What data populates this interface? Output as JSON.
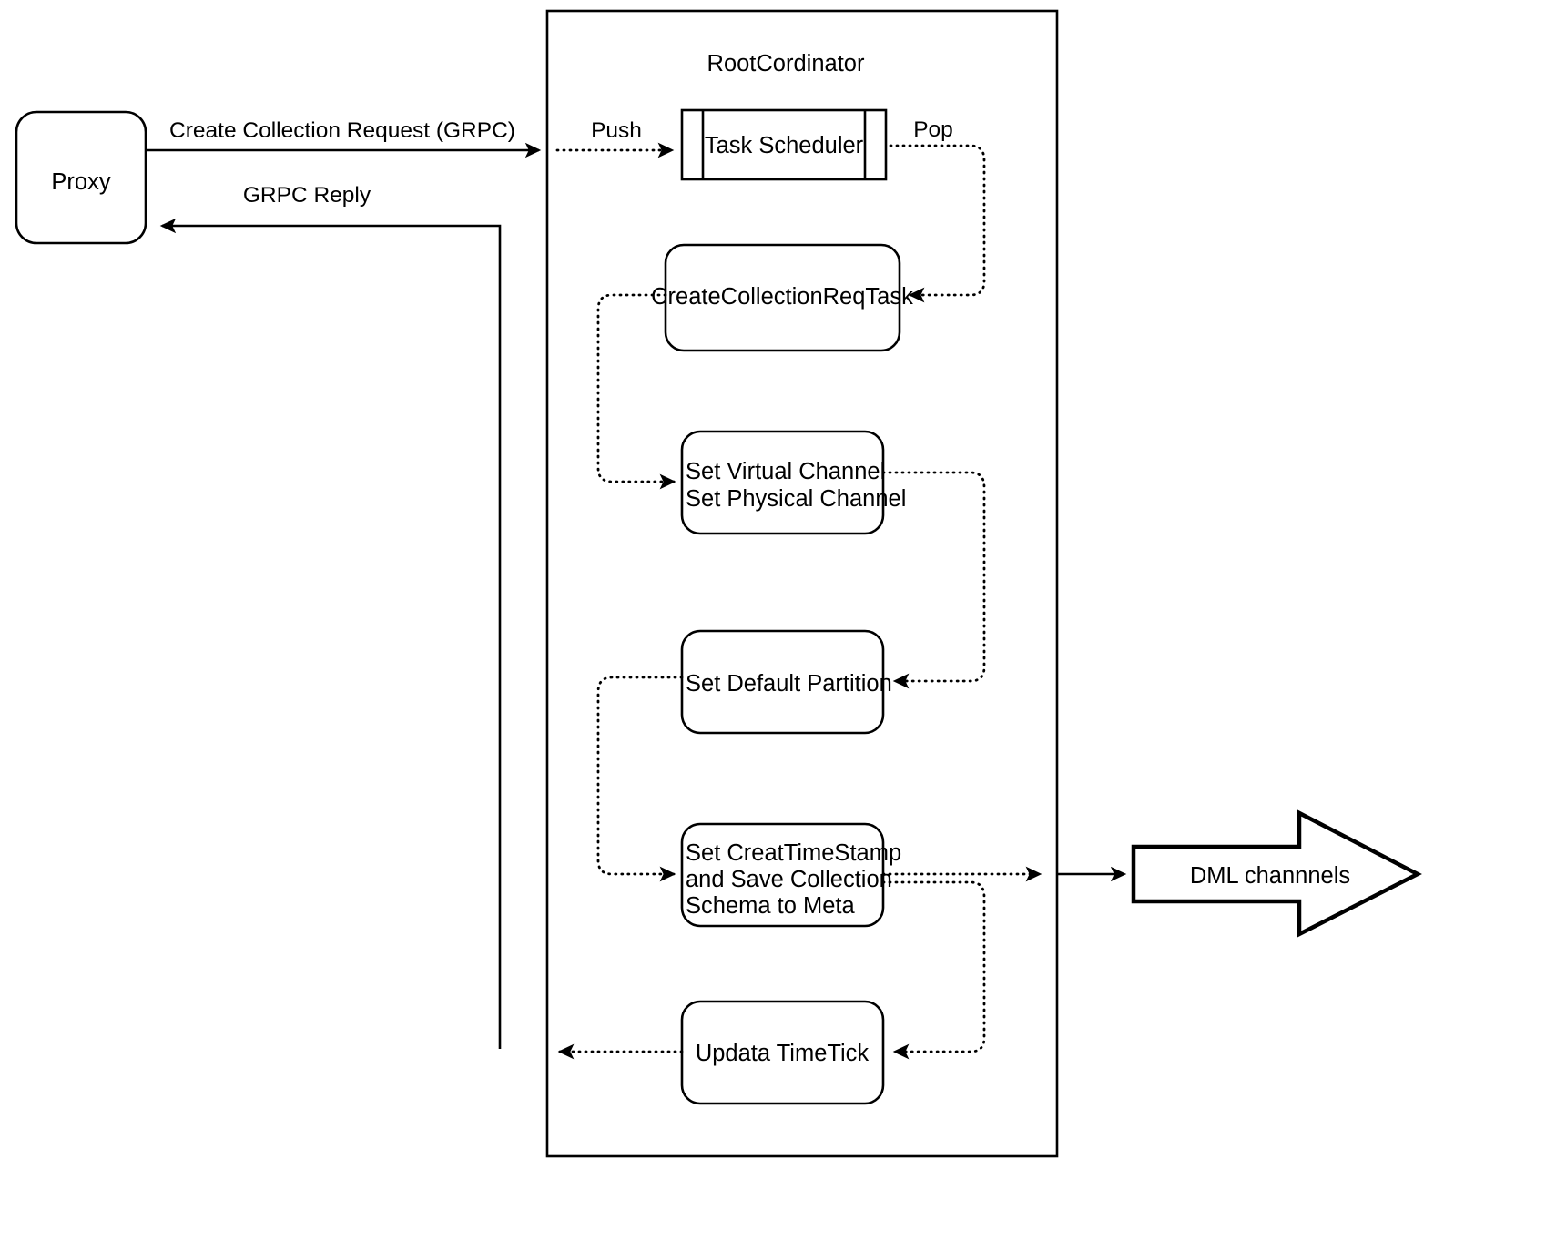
{
  "diagram": {
    "type": "flowchart",
    "title_visible": false,
    "background": "#ffffff",
    "line_color": "#000000",
    "containers": [
      {
        "name": "rootcoordinator",
        "label": "RootCordinator",
        "shape": "rectangle"
      }
    ],
    "nodes": [
      {
        "name": "proxy",
        "label": "Proxy",
        "shape": "rounded-rectangle"
      },
      {
        "name": "task-scheduler",
        "label": "Task Scheduler",
        "shape": "queue-rectangle"
      },
      {
        "name": "create-collection-req-task",
        "label": "CreateCollectionReqTask",
        "shape": "rounded-rectangle"
      },
      {
        "name": "set-channel",
        "label_line1": "Set Virtual Channel",
        "label_line2": "Set Physical Channel",
        "shape": "rounded-rectangle"
      },
      {
        "name": "set-default-partition",
        "label": "Set Default Partition",
        "shape": "rounded-rectangle"
      },
      {
        "name": "set-creat-timestamp",
        "label_line1": "Set CreatTimeStamp",
        "label_line2": "and Save Collection",
        "label_line3": "Schema to Meta",
        "shape": "rounded-rectangle"
      },
      {
        "name": "updata-timetick",
        "label": "Updata TimeTick",
        "shape": "rounded-rectangle"
      },
      {
        "name": "dml-channnels",
        "label": "DML channnels",
        "shape": "block-arrow-right"
      }
    ],
    "edges": [
      {
        "name": "proxy-to-rootcoordinator",
        "label": "Create Collection Request (GRPC)",
        "style": "solid",
        "arrow": "end"
      },
      {
        "name": "rootcoordinator-to-proxy",
        "label": "GRPC Reply",
        "style": "solid",
        "arrow": "end"
      },
      {
        "name": "push-to-task-scheduler",
        "label": "Push",
        "style": "dotted",
        "arrow": "end"
      },
      {
        "name": "pop-from-task-scheduler",
        "label": "Pop",
        "style": "dotted",
        "arrow": "end"
      },
      {
        "name": "task-to-set-channel",
        "label": "",
        "style": "dotted",
        "arrow": "end"
      },
      {
        "name": "set-channel-to-default-partition",
        "label": "",
        "style": "dotted",
        "arrow": "end"
      },
      {
        "name": "default-partition-to-timestamp",
        "label": "",
        "style": "dotted",
        "arrow": "end"
      },
      {
        "name": "timestamp-to-dml",
        "label": "",
        "style": "dotted",
        "arrow": "end"
      },
      {
        "name": "dml-solid-link",
        "label": "",
        "style": "solid",
        "arrow": "end"
      },
      {
        "name": "timestamp-to-timetick",
        "label": "",
        "style": "dotted",
        "arrow": "end"
      },
      {
        "name": "timetick-to-reply",
        "label": "",
        "style": "dotted",
        "arrow": "end"
      }
    ]
  }
}
